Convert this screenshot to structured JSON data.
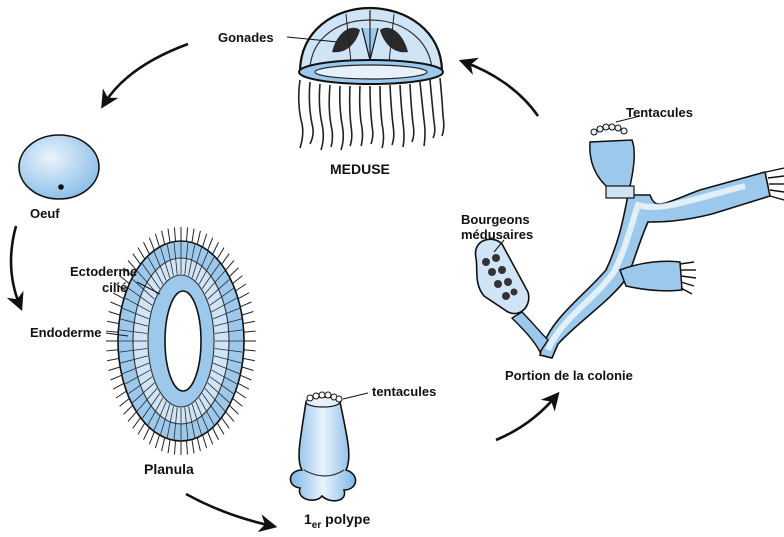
{
  "colors": {
    "body_blue": "#9cc8ec",
    "light_blue": "#c9e2f6",
    "outline": "#1a1a1a",
    "arrow": "#111111",
    "background": "#ffffff"
  },
  "labels": {
    "gonades": "Gonades",
    "meduse": "MEDUSE",
    "oeuf": "Oeuf",
    "ectoderme": "Ectoderme",
    "cilie": "cilié",
    "endoderme": "Endoderme",
    "planula": "Planula",
    "tentacules_polype": "tentacules",
    "polype_prefix": "1",
    "polype_sup": "er",
    "polype_suffix": " polype",
    "bourgeons": "Bourgeons",
    "medusaires": "médusaires",
    "tentacules_colonie": "Tentacules",
    "colonie": "Portion de la colonie"
  },
  "icons": {
    "cycle_arrows": "curved-arrow-icon"
  }
}
